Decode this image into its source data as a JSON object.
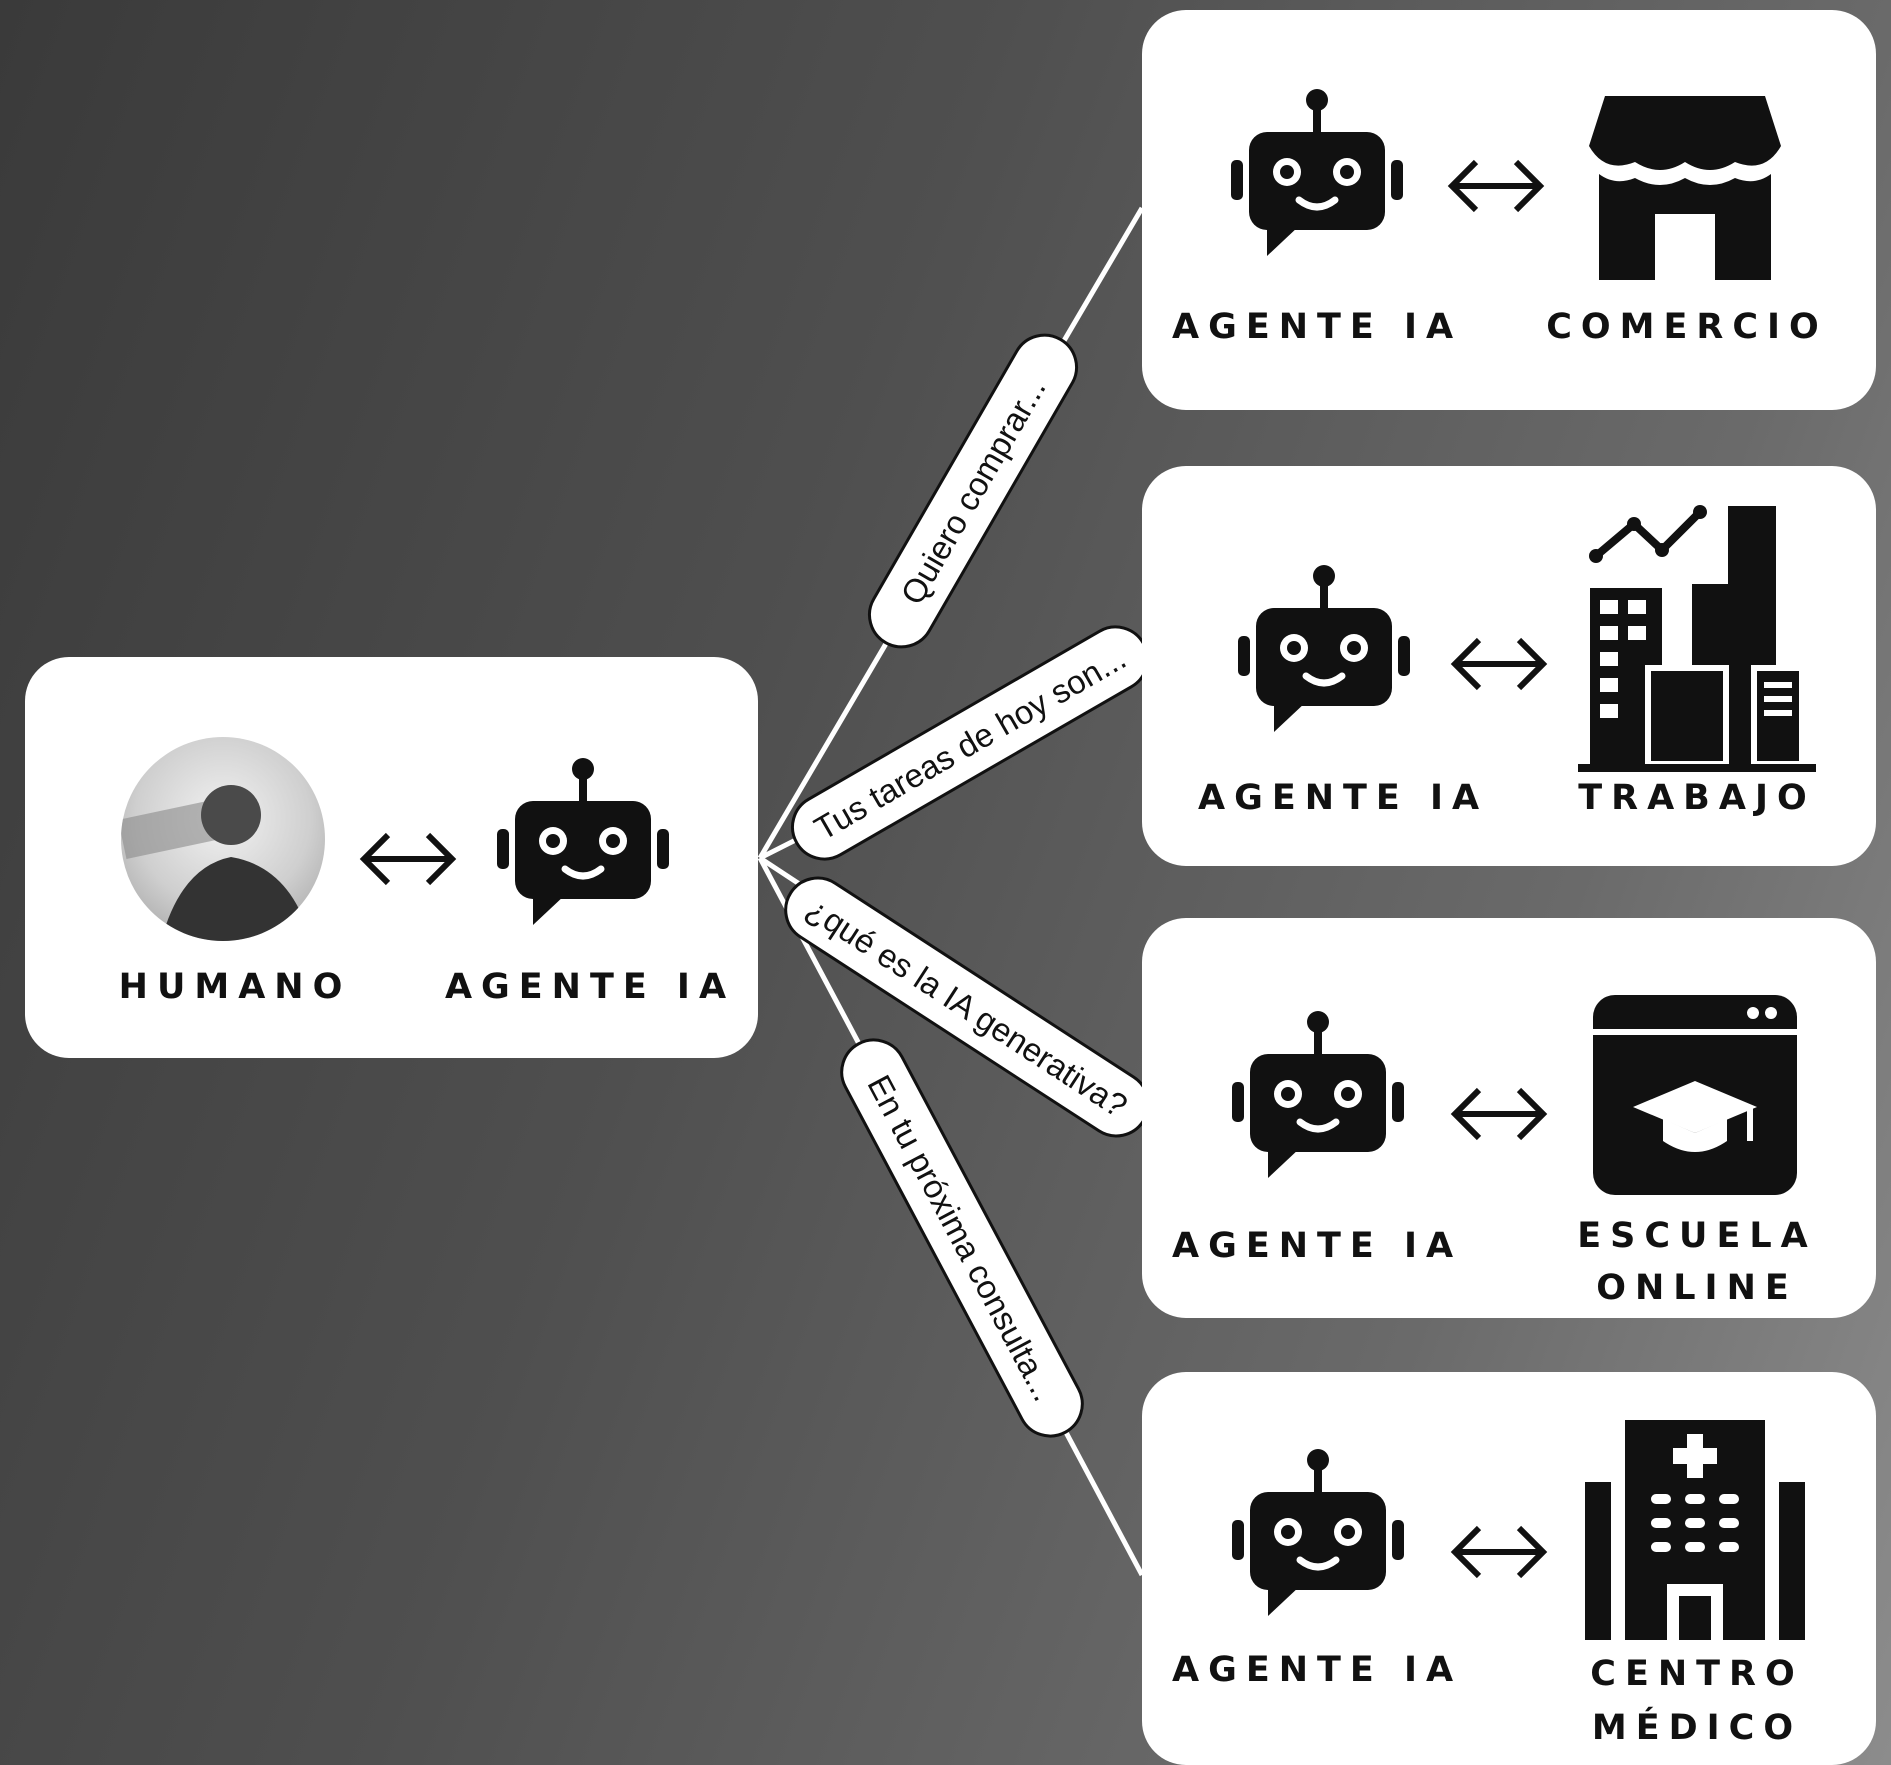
{
  "hub": {
    "human_label": "HUMANO",
    "agent_label": "AGENTE IA"
  },
  "branches": [
    {
      "agent_label": "AGENTE IA",
      "target_label_line1": "COMERCIO",
      "target_label_line2": "",
      "target_icon": "store-icon",
      "message": "Quiero comprar..."
    },
    {
      "agent_label": "AGENTE IA",
      "target_label_line1": "TRABAJO",
      "target_label_line2": "",
      "target_icon": "office-buildings-chart-icon",
      "message": "Tus tareas de hoy son..."
    },
    {
      "agent_label": "AGENTE IA",
      "target_label_line1": "ESCUELA",
      "target_label_line2": "ONLINE",
      "target_icon": "online-school-icon",
      "message": "¿qué es la IA generativa?"
    },
    {
      "agent_label": "AGENTE IA",
      "target_label_line1": "CENTRO",
      "target_label_line2": "MÉDICO",
      "target_icon": "hospital-icon",
      "message": "En tu próxima consulta..."
    }
  ],
  "colors": {
    "card": "#ffffff",
    "ink": "#111111",
    "line": "#ffffff"
  }
}
